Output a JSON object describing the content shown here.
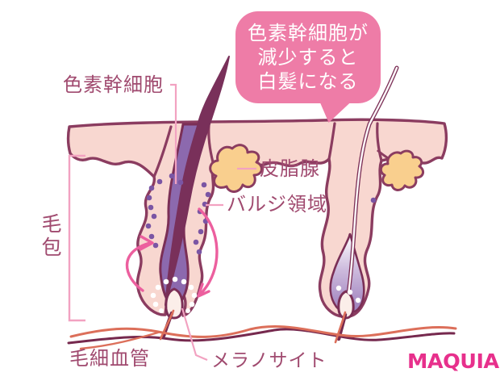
{
  "diagram": {
    "callout": {
      "text": "色素幹細胞が\n減少すると\n白髪になる"
    },
    "labels": {
      "pigment_stem_cells": "色素幹細胞",
      "sebaceous_gland": "皮脂腺",
      "bulge_region": "バルジ領域",
      "hair_follicle": "毛包",
      "capillaries": "毛細血管",
      "melanocyte": "メラノサイト"
    },
    "logo": "MAQUIA",
    "colors": {
      "skin": "#f8d7d0",
      "outline": "#8b3c60",
      "hair_shaft": "#79305a",
      "follicle_inner": "#8c69ae",
      "inner_ring": "#7b2f56",
      "stem_cell_dot": "#7a55a4",
      "sebaceous_gland": "#f9cf8e",
      "callout_bg": "#ee7ca7",
      "callout_text": "#ffffff",
      "label_text": "#a04a6f",
      "connector": "#f2a2c1",
      "arrow": "#ec5f9e",
      "capillary_red": "#dc6f5a",
      "capillary_dark": "#76294e",
      "logo_pink": "#e7308c"
    }
  }
}
